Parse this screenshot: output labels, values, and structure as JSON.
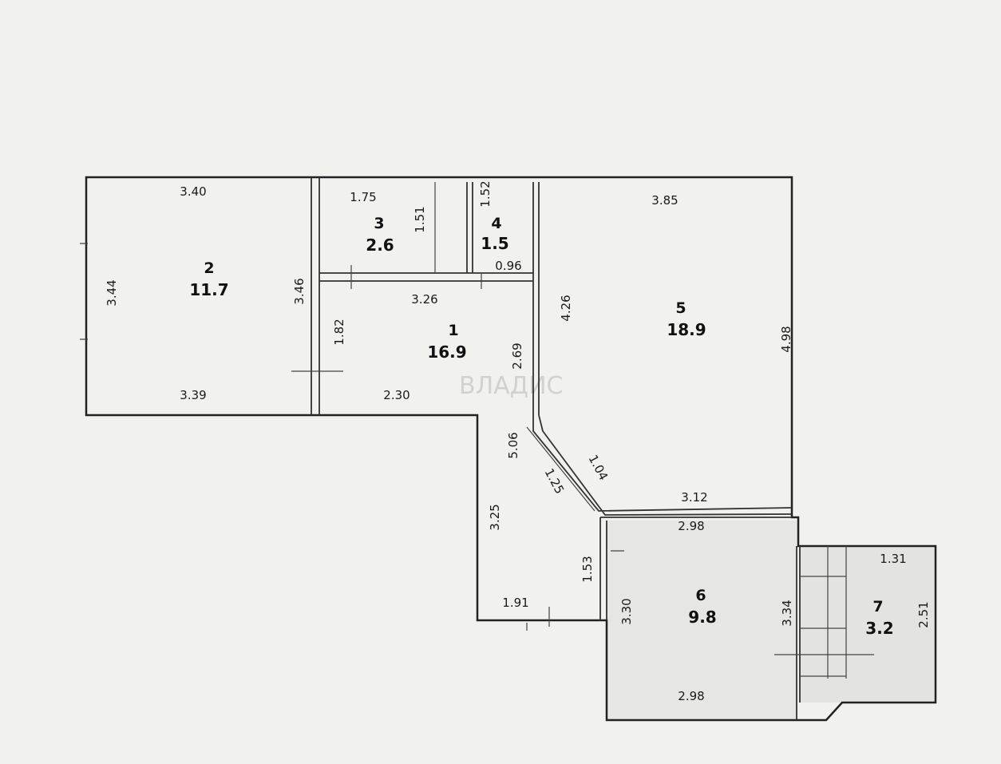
{
  "watermark": "ВЛАДИС",
  "rooms": [
    {
      "number": "1",
      "area": "16.9"
    },
    {
      "number": "2",
      "area": "11.7"
    },
    {
      "number": "3",
      "area": "2.6"
    },
    {
      "number": "4",
      "area": "1.5"
    },
    {
      "number": "5",
      "area": "18.9"
    },
    {
      "number": "6",
      "area": "9.8"
    },
    {
      "number": "7",
      "area": "3.2"
    }
  ],
  "dimensions": {
    "r2_top": "3.40",
    "r2_left": "3.44",
    "r2_right": "3.46",
    "r2_bottom": "3.39",
    "r3_top": "1.75",
    "r3_right": "1.51",
    "r4_top": "1.52",
    "r4_bottom": "0.96",
    "r1_top": "3.26",
    "r1_left": "1.82",
    "r1_right": "2.69",
    "r1_bottom": "2.30",
    "r5_top": "3.85",
    "r5_left": "4.26",
    "r5_right": "4.98",
    "r5_bottom": "3.12",
    "hall_a": "5.06",
    "hall_b": "1.25",
    "hall_c": "1.04",
    "hall_d": "3.25",
    "hall_e": "1.53",
    "hall_f": "1.91",
    "r6_top": "2.98",
    "r6_left": "3.30",
    "r6_right": "3.34",
    "r6_bottom": "2.98",
    "r7_top": "1.31",
    "r7_right": "2.51"
  }
}
